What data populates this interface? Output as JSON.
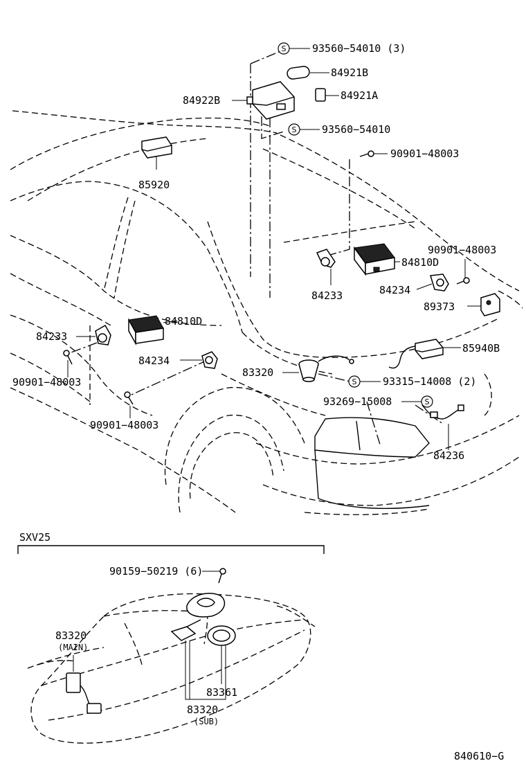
{
  "labels": {
    "p93560_54010_3": "93560−54010 (3)",
    "p84921B": "84921B",
    "p84922B": "84922B",
    "p84921A": "84921A",
    "p93560_54010": "93560−54010",
    "p90901_48003_a": "90901−48003",
    "p85920": "85920",
    "p90901_48003_b": "90901−48003",
    "p84810D_a": "84810D",
    "p84233_a": "84233",
    "p84234_a": "84234",
    "p89373": "89373",
    "p84233_b": "84233",
    "p84810D_b": "84810D",
    "p84234_b": "84234",
    "p90901_48003_c": "90901−48003",
    "p83320": "83320",
    "p85940B": "85940B",
    "p93315_14008_2": "93315−14008 (2)",
    "p93269_15008": "93269−15008",
    "p90901_48003_d": "90901−48003",
    "p84236": "84236",
    "inset_title": "SXV25",
    "p90159_50219_6": "90159−50219 (6)",
    "p83320_main": "83320",
    "main_note": "(MAIN)",
    "p83361": "83361",
    "p83320_sub": "83320",
    "sub_note": "(SUB)",
    "diagram_code": "840610−G"
  },
  "symbols": {
    "s_glyph": "S",
    "icon_name": "s-marked-part-icon"
  }
}
